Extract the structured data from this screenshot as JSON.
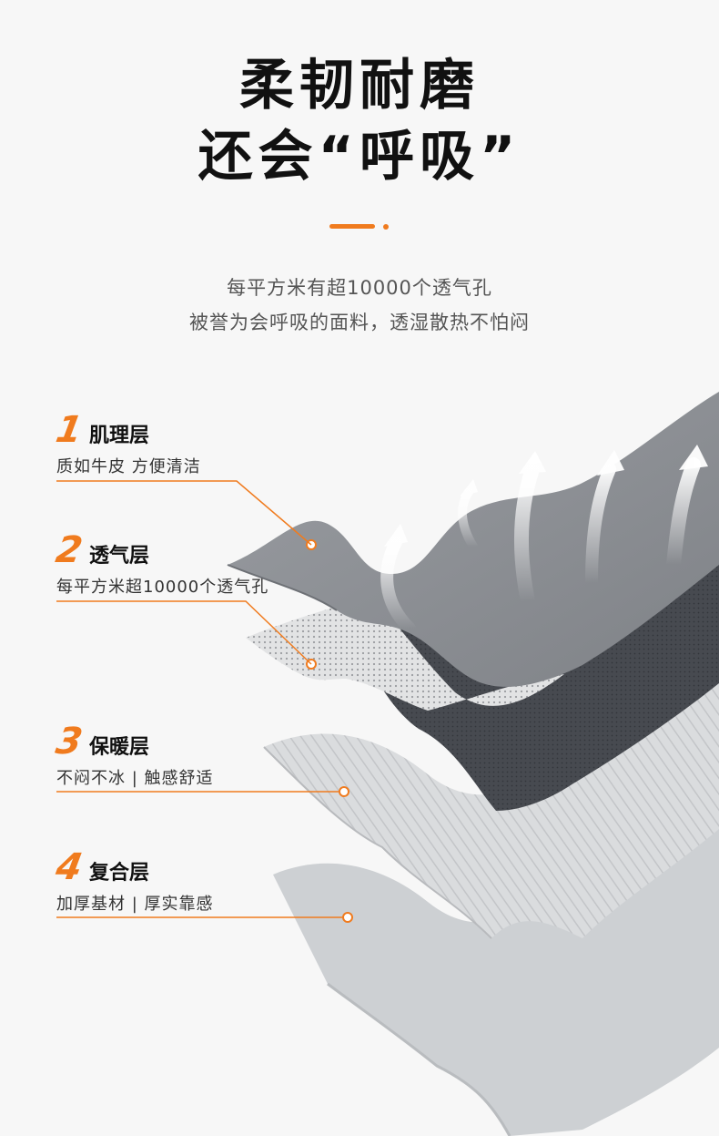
{
  "headline": {
    "line1": "柔韧耐磨",
    "line2": "还会“呼吸”"
  },
  "subtitle": {
    "line1": "每平方米有超10000个透气孔",
    "line2": "被誉为会呼吸的面料，透湿散热不怕闷"
  },
  "colors": {
    "accent": "#f07b1e",
    "layer1": "#8e9196",
    "layer2": "#4a4d54",
    "layer3": "#d6d8da",
    "layer4": "#cdd0d3"
  },
  "layers": [
    {
      "num": "1",
      "title": "肌理层",
      "desc": "质如牛皮  方便清洁"
    },
    {
      "num": "2",
      "title": "透气层",
      "desc": "每平方米超10000个透气孔"
    },
    {
      "num": "3",
      "title": "保暖层",
      "desc": "不闷不冰 | 触感舒适"
    },
    {
      "num": "4",
      "title": "复合层",
      "desc": "加厚基材 | 厚实靠感"
    }
  ]
}
